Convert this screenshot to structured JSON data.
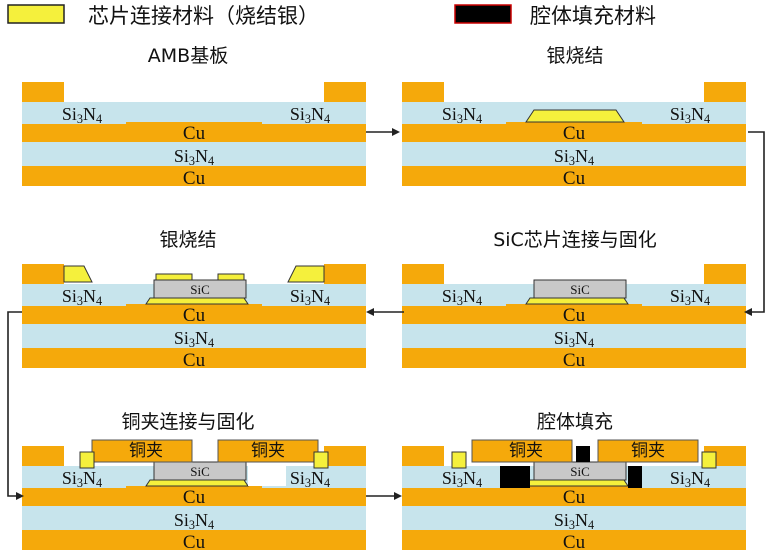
{
  "legend": {
    "chip_material": "芯片连接材料（烧结银）",
    "fill_material": "腔体填充材料"
  },
  "colors": {
    "copper": "#F5A90B",
    "nitride": "#C7E4EC",
    "silver": "#F5F03C",
    "sic": "#C8C8C8",
    "fill": "#000000",
    "arrow": "#222222"
  },
  "panels": [
    {
      "title": "AMB基板"
    },
    {
      "title": "银烧结"
    },
    {
      "title": "SiC芯片连接与固化"
    },
    {
      "title": "银烧结"
    },
    {
      "title": "铜夹连接与固化"
    },
    {
      "title": "腔体填充"
    }
  ],
  "labels": {
    "cu": "Cu",
    "si3n4_main": "Si",
    "si3n4_sub": "3",
    "si3n4_n": "N",
    "si3n4_sub2": "4",
    "sic": "SiC",
    "clip": "铜夹"
  }
}
